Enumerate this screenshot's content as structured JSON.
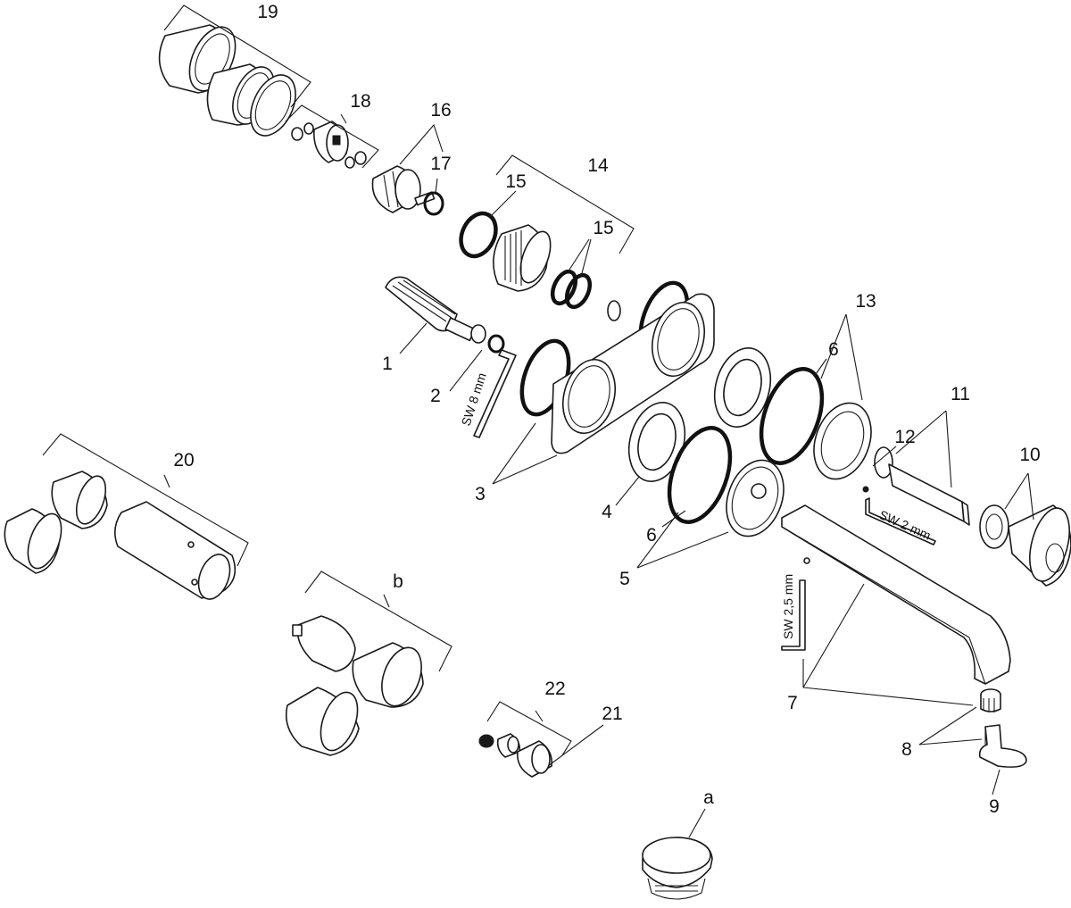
{
  "callouts": {
    "c1": "1",
    "c2": "2",
    "c3": "3",
    "c4": "4",
    "c5": "5",
    "c6a": "6",
    "c6b": "6",
    "c7": "7",
    "c8": "8",
    "c9": "9",
    "c10": "10",
    "c11": "11",
    "c12": "12",
    "c13": "13",
    "c14": "14",
    "c15a": "15",
    "c15b": "15",
    "c16": "16",
    "c17": "17",
    "c18": "18",
    "c19": "19",
    "c20": "20",
    "c21": "21",
    "c22": "22",
    "ca": "a",
    "cb": "b"
  },
  "tool_labels": {
    "sw8": "SW 8 mm",
    "sw2": "SW 2 mm",
    "sw25": "SW 2,5 mm"
  }
}
